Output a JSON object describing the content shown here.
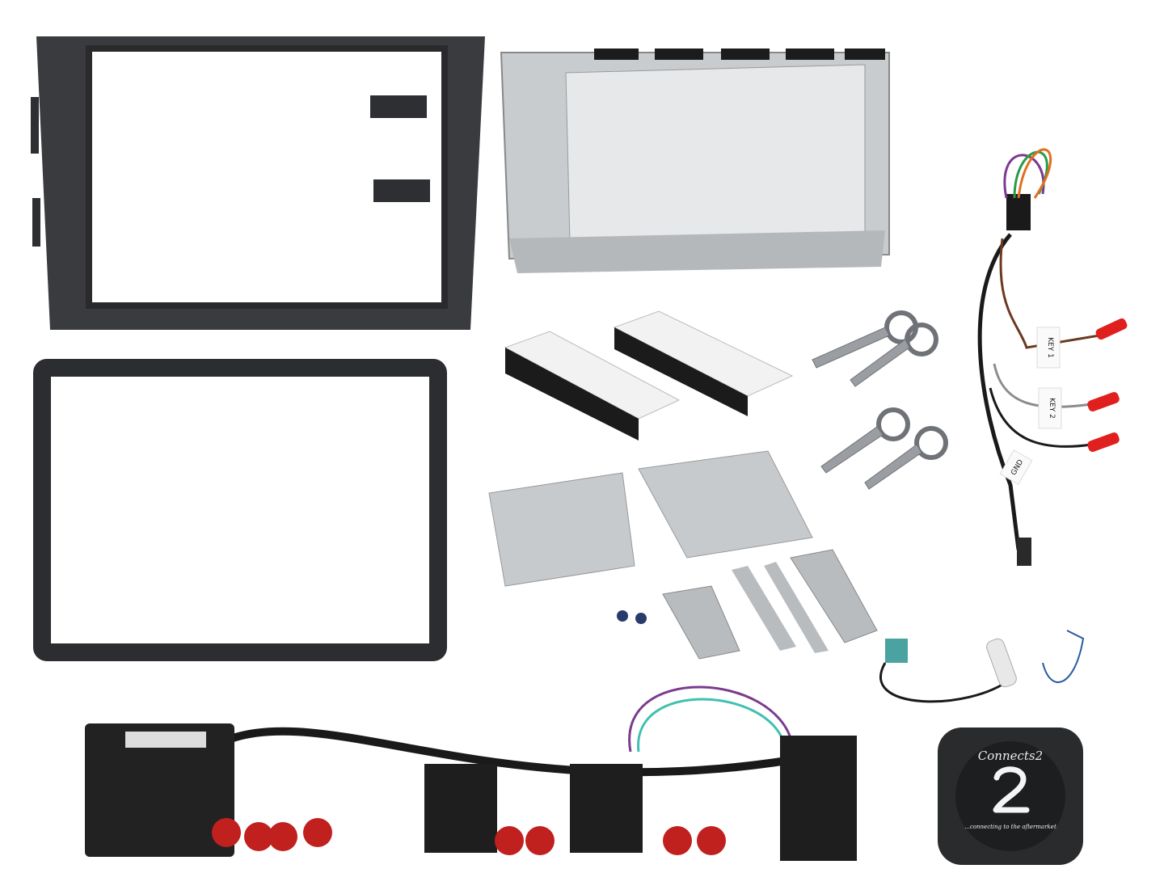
{
  "scene": {
    "background": "#ffffff",
    "items": [
      {
        "name": "double-din-fascia-dark",
        "color": "#3a3b3f"
      },
      {
        "name": "double-din-surround-frame",
        "color": "#2c2d30"
      },
      {
        "name": "metal-mounting-cage",
        "color": "#c9ccce"
      },
      {
        "name": "adhesive-foam-pads",
        "color": "#1b1b1b"
      },
      {
        "name": "release-keys",
        "color": "#9a9ea2"
      },
      {
        "name": "side-brackets",
        "color": "#c7cacd"
      },
      {
        "name": "steering-control-harness",
        "color": "#222222"
      },
      {
        "name": "antenna-adapter",
        "color": "#4aa3a0"
      },
      {
        "name": "stalk-interface-box",
        "color": "#2a2b2d"
      }
    ]
  },
  "wire_labels": {
    "key1": "KEY 1",
    "key2": "KEY 2",
    "gnd": "GND"
  },
  "logo": {
    "brand": "Connects2",
    "tagline": "...connecting to the aftermarket"
  },
  "colors": {
    "connector_red": "#e0201e",
    "wire_brown": "#6b3a22",
    "wire_grey": "#8c8c8c",
    "wire_black": "#1a1a1a"
  }
}
